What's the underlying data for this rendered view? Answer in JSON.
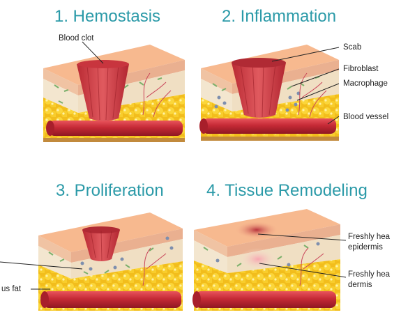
{
  "stages": [
    {
      "title": "1. Hemostasis"
    },
    {
      "title": "2. Inflammation"
    },
    {
      "title": "3. Proliferation"
    },
    {
      "title": "4. Tissue Remodeling"
    }
  ],
  "labels": {
    "blood_clot": "Blood clot",
    "scab": "Scab",
    "fibroblast": "Fibroblast",
    "macrophage": "Macrophage",
    "blood_vessel": "Blood vessel",
    "subcutaneous_fat": "us fat",
    "fresh_epidermis_1": "Freshly hea",
    "fresh_epidermis_2": "epidermis",
    "fresh_dermis_1": "Freshly hea",
    "fresh_dermis_2": "dermis"
  },
  "colors": {
    "title": "#2b9aa8",
    "skin_top": "#f7b98f",
    "skin_side": "#e79669",
    "dermis": "#f3e6cf",
    "fat": "#f7cd2a",
    "vessel": "#c62a36",
    "clot": "#d6424a"
  }
}
